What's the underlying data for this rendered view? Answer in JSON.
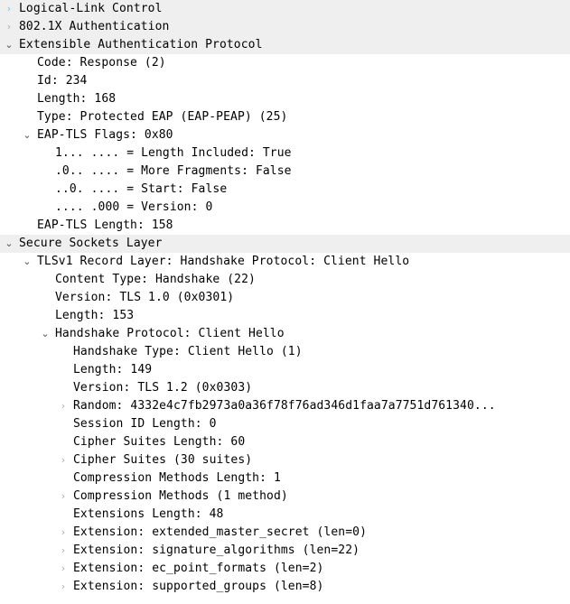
{
  "panel": {
    "name": "packet-details-tree",
    "background": "#ffffff",
    "highlight_color": "#efefef",
    "text_color": "#000000",
    "twisty_collapsed_color": "#aaaaaa",
    "twisty_collapsed_active_color": "#6cc4e8",
    "twisty_expanded_color": "#555555",
    "glyph_collapsed": "›",
    "glyph_expanded": "⌄"
  },
  "rows": [
    {
      "text": "Logical-Link Control",
      "depth": 0,
      "twisty": "collapsed",
      "active": true,
      "highlight": true
    },
    {
      "text": "802.1X Authentication",
      "depth": 0,
      "twisty": "collapsed",
      "active": false,
      "highlight": true
    },
    {
      "text": "Extensible Authentication Protocol",
      "depth": 0,
      "twisty": "expanded",
      "active": false,
      "highlight": true
    },
    {
      "text": "Code: Response (2)",
      "depth": 1,
      "twisty": "none",
      "active": false,
      "highlight": false
    },
    {
      "text": "Id: 234",
      "depth": 1,
      "twisty": "none",
      "active": false,
      "highlight": false
    },
    {
      "text": "Length: 168",
      "depth": 1,
      "twisty": "none",
      "active": false,
      "highlight": false
    },
    {
      "text": "Type: Protected EAP (EAP-PEAP) (25)",
      "depth": 1,
      "twisty": "none",
      "active": false,
      "highlight": false
    },
    {
      "text": "EAP-TLS Flags: 0x80",
      "depth": 1,
      "twisty": "expanded",
      "active": false,
      "highlight": false
    },
    {
      "text": "1... .... = Length Included: True",
      "depth": 2,
      "twisty": "none",
      "active": false,
      "highlight": false
    },
    {
      "text": ".0.. .... = More Fragments: False",
      "depth": 2,
      "twisty": "none",
      "active": false,
      "highlight": false
    },
    {
      "text": "..0. .... = Start: False",
      "depth": 2,
      "twisty": "none",
      "active": false,
      "highlight": false
    },
    {
      "text": ".... .000 = Version: 0",
      "depth": 2,
      "twisty": "none",
      "active": false,
      "highlight": false
    },
    {
      "text": "EAP-TLS Length: 158",
      "depth": 1,
      "twisty": "none",
      "active": false,
      "highlight": false
    },
    {
      "text": "Secure Sockets Layer",
      "depth": 0,
      "twisty": "expanded",
      "active": false,
      "highlight": true
    },
    {
      "text": "TLSv1 Record Layer: Handshake Protocol: Client Hello",
      "depth": 1,
      "twisty": "expanded",
      "active": false,
      "highlight": false
    },
    {
      "text": "Content Type: Handshake (22)",
      "depth": 2,
      "twisty": "none",
      "active": false,
      "highlight": false
    },
    {
      "text": "Version: TLS 1.0 (0x0301)",
      "depth": 2,
      "twisty": "none",
      "active": false,
      "highlight": false
    },
    {
      "text": "Length: 153",
      "depth": 2,
      "twisty": "none",
      "active": false,
      "highlight": false
    },
    {
      "text": "Handshake Protocol: Client Hello",
      "depth": 2,
      "twisty": "expanded",
      "active": false,
      "highlight": false
    },
    {
      "text": "Handshake Type: Client Hello (1)",
      "depth": 3,
      "twisty": "none",
      "active": false,
      "highlight": false
    },
    {
      "text": "Length: 149",
      "depth": 3,
      "twisty": "none",
      "active": false,
      "highlight": false
    },
    {
      "text": "Version: TLS 1.2 (0x0303)",
      "depth": 3,
      "twisty": "none",
      "active": false,
      "highlight": false
    },
    {
      "text": "Random: 4332e4c7fb2973a0a36f78f76ad346d1faa7a7751d761340...",
      "depth": 3,
      "twisty": "collapsed",
      "active": false,
      "highlight": false
    },
    {
      "text": "Session ID Length: 0",
      "depth": 3,
      "twisty": "none",
      "active": false,
      "highlight": false
    },
    {
      "text": "Cipher Suites Length: 60",
      "depth": 3,
      "twisty": "none",
      "active": false,
      "highlight": false
    },
    {
      "text": "Cipher Suites (30 suites)",
      "depth": 3,
      "twisty": "collapsed",
      "active": false,
      "highlight": false
    },
    {
      "text": "Compression Methods Length: 1",
      "depth": 3,
      "twisty": "none",
      "active": false,
      "highlight": false
    },
    {
      "text": "Compression Methods (1 method)",
      "depth": 3,
      "twisty": "collapsed",
      "active": false,
      "highlight": false
    },
    {
      "text": "Extensions Length: 48",
      "depth": 3,
      "twisty": "none",
      "active": false,
      "highlight": false
    },
    {
      "text": "Extension: extended_master_secret (len=0)",
      "depth": 3,
      "twisty": "collapsed",
      "active": false,
      "highlight": false
    },
    {
      "text": "Extension: signature_algorithms (len=22)",
      "depth": 3,
      "twisty": "collapsed",
      "active": false,
      "highlight": false
    },
    {
      "text": "Extension: ec_point_formats (len=2)",
      "depth": 3,
      "twisty": "collapsed",
      "active": false,
      "highlight": false
    },
    {
      "text": "Extension: supported_groups (len=8)",
      "depth": 3,
      "twisty": "collapsed",
      "active": false,
      "highlight": false
    }
  ]
}
